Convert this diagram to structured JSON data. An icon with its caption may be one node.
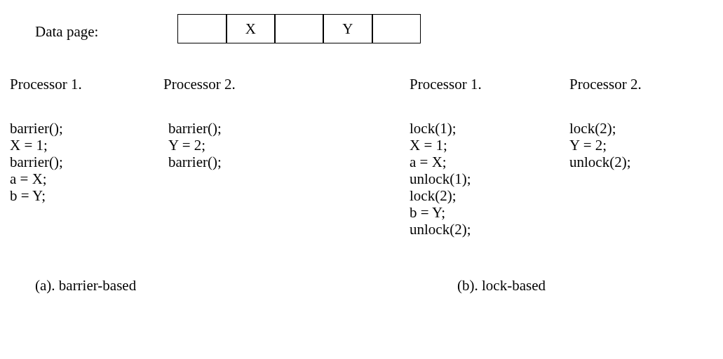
{
  "diagram": {
    "nodes": [
      {
        "text": [],
        "shape": "box"
      },
      {
        "text": [
          "X"
        ]
      },
      {
        "text": [],
        "shape": "box"
      },
      {
        "text": [
          "Y"
        ]
      },
      {
        "text": [],
        "shape": "box"
      }
    ],
    "labels": [
      "Data page:",
      "Processor 1.",
      "Processor 2.",
      "Processor 1.",
      "Processor 2.",
      "barrier();",
      "X = 1;",
      "barrier();",
      "a = X;",
      "b = Y;",
      "barrier();",
      "Y = 2;",
      "barrier();",
      "lock(1);",
      "X = 1;",
      "a = X;",
      "unlock(1);",
      "lock(2);",
      "b = Y;",
      "unlock(2);",
      "lock(2);",
      "Y = 2;",
      "unlock(2);",
      "(a). barrier-based",
      "(b). lock-based"
    ]
  }
}
